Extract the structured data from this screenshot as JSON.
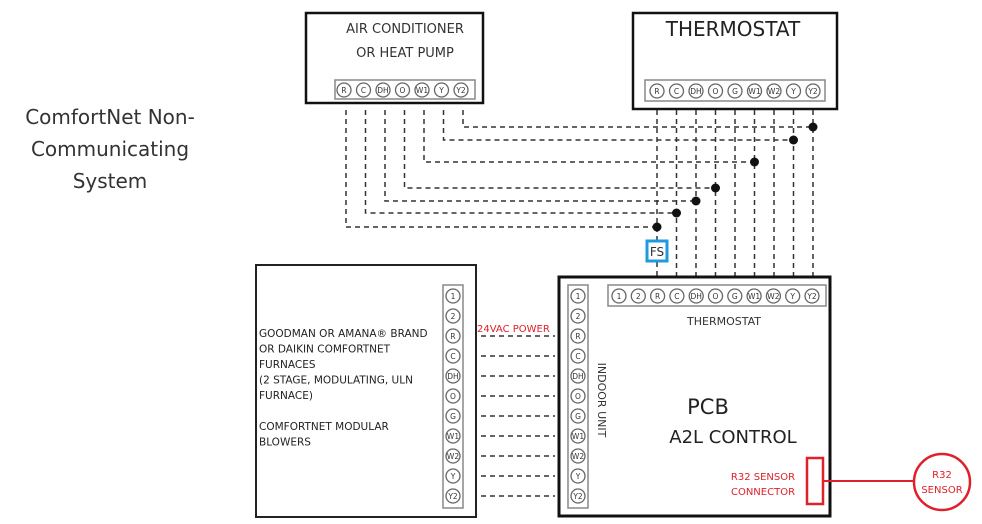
{
  "title": {
    "lines": [
      "ComfortNet Non-",
      "Communicating",
      "System"
    ]
  },
  "outdoor_unit": {
    "lines": [
      "AIR CONDITIONER",
      "OR HEAT PUMP"
    ],
    "terminals": [
      "R",
      "C",
      "DH",
      "O",
      "W1",
      "Y",
      "Y2"
    ]
  },
  "thermostat": {
    "label": "THERMOSTAT",
    "terminals": [
      "R",
      "C",
      "DH",
      "O",
      "G",
      "W1",
      "W2",
      "Y",
      "Y2"
    ]
  },
  "furnace": {
    "lines": [
      "GOODMAN OR AMANA® BRAND",
      "OR DAIKIN COMFORTNET",
      "FURNACES",
      "(2 STAGE, MODULATING, ULN",
      "FURNACE)",
      "",
      "COMFORTNET MODULAR",
      "BLOWERS"
    ],
    "terminals": [
      "1",
      "2",
      "R",
      "C",
      "DH",
      "O",
      "G",
      "W1",
      "W2",
      "Y",
      "Y2"
    ]
  },
  "power_label": "24VAC POWER",
  "pcb": {
    "title": "PCB",
    "subtitle": "A2L CONTROL",
    "thermostat_label": "THERMOSTAT",
    "thermostat_terminals": [
      "1",
      "2",
      "R",
      "C",
      "DH",
      "O",
      "G",
      "W1",
      "W2",
      "Y",
      "Y2"
    ],
    "indoor_label": "INDOOR UNIT",
    "indoor_terminals": [
      "1",
      "2",
      "R",
      "C",
      "DH",
      "O",
      "G",
      "W1",
      "W2",
      "Y",
      "Y2"
    ],
    "sensor_connector_lines": [
      "R32 SENSOR",
      "CONNECTOR"
    ]
  },
  "fs_label": "FS",
  "sensor": {
    "lines": [
      "R32",
      "SENSOR"
    ]
  },
  "colors": {
    "red": "#e0202a",
    "fs_blue": "#1e9be0",
    "black": "#111111",
    "gray": "#777777"
  }
}
